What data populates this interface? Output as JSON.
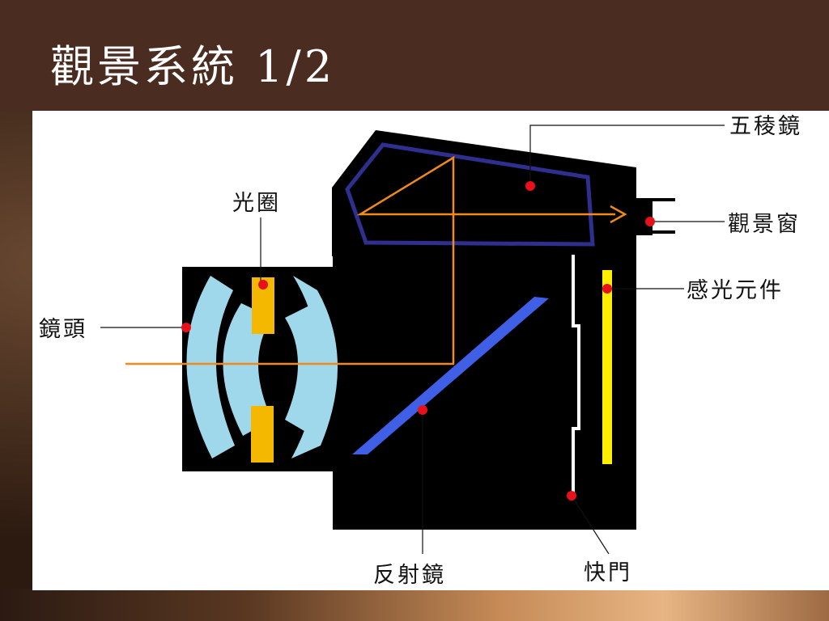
{
  "slide": {
    "title": "觀景系統 1/2"
  },
  "labels": {
    "pentaprism": "五稜鏡",
    "viewfinder": "觀景窗",
    "aperture": "光圈",
    "sensor": "感光元件",
    "lens": "鏡頭",
    "mirror": "反射鏡",
    "shutter": "快門"
  },
  "colors": {
    "title_bar": "#4a2c20",
    "camera_body": "#000000",
    "prism_outline": "#2e2f8f",
    "light_path": "#f08a1c",
    "lens_element": "#9fd8ea",
    "aperture_blade": "#f5b800",
    "mirror": "#3f5fe6",
    "sensor": "#ffee00",
    "leader_dot": "#e8111b"
  }
}
